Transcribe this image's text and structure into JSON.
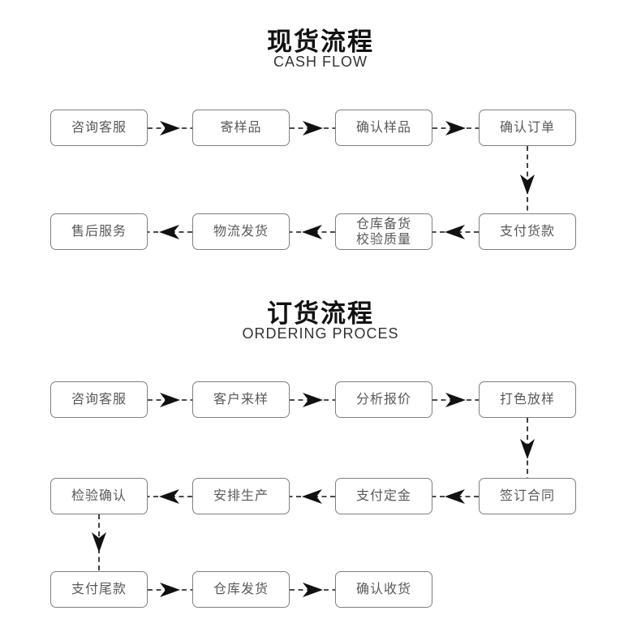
{
  "theme": {
    "background": "#ffffff",
    "box_border": "#7f7f7f",
    "box_text": "#595959",
    "title_color": "#111111",
    "subtitle_color": "#333333",
    "arrow_color": "#111111"
  },
  "sections": [
    {
      "title": "现货流程",
      "subtitle": "CASH FLOW",
      "rows": [
        {
          "direction": "right",
          "boxes": [
            {
              "label": "咨询客服"
            },
            {
              "label": "寄样品"
            },
            {
              "label": "确认样品"
            },
            {
              "label": "确认订单"
            }
          ]
        },
        {
          "direction": "left",
          "boxes": [
            {
              "label": "售后服务"
            },
            {
              "label": "物流发货"
            },
            {
              "lines": [
                "仓库备货",
                "校验质量"
              ]
            },
            {
              "label": "支付货款"
            }
          ]
        }
      ]
    },
    {
      "title": "订货流程",
      "subtitle": "ORDERING PROCES",
      "rows": [
        {
          "direction": "right",
          "boxes": [
            {
              "label": "咨询客服"
            },
            {
              "label": "客户来样"
            },
            {
              "label": "分析报价"
            },
            {
              "label": "打色放样"
            }
          ]
        },
        {
          "direction": "left",
          "boxes": [
            {
              "label": "检验确认"
            },
            {
              "label": "安排生产"
            },
            {
              "label": "支付定金"
            },
            {
              "label": "签订合同"
            }
          ]
        },
        {
          "direction": "right",
          "boxes": [
            {
              "label": "支付尾款"
            },
            {
              "label": "仓库发货"
            },
            {
              "label": "确认收货"
            }
          ]
        }
      ]
    }
  ]
}
